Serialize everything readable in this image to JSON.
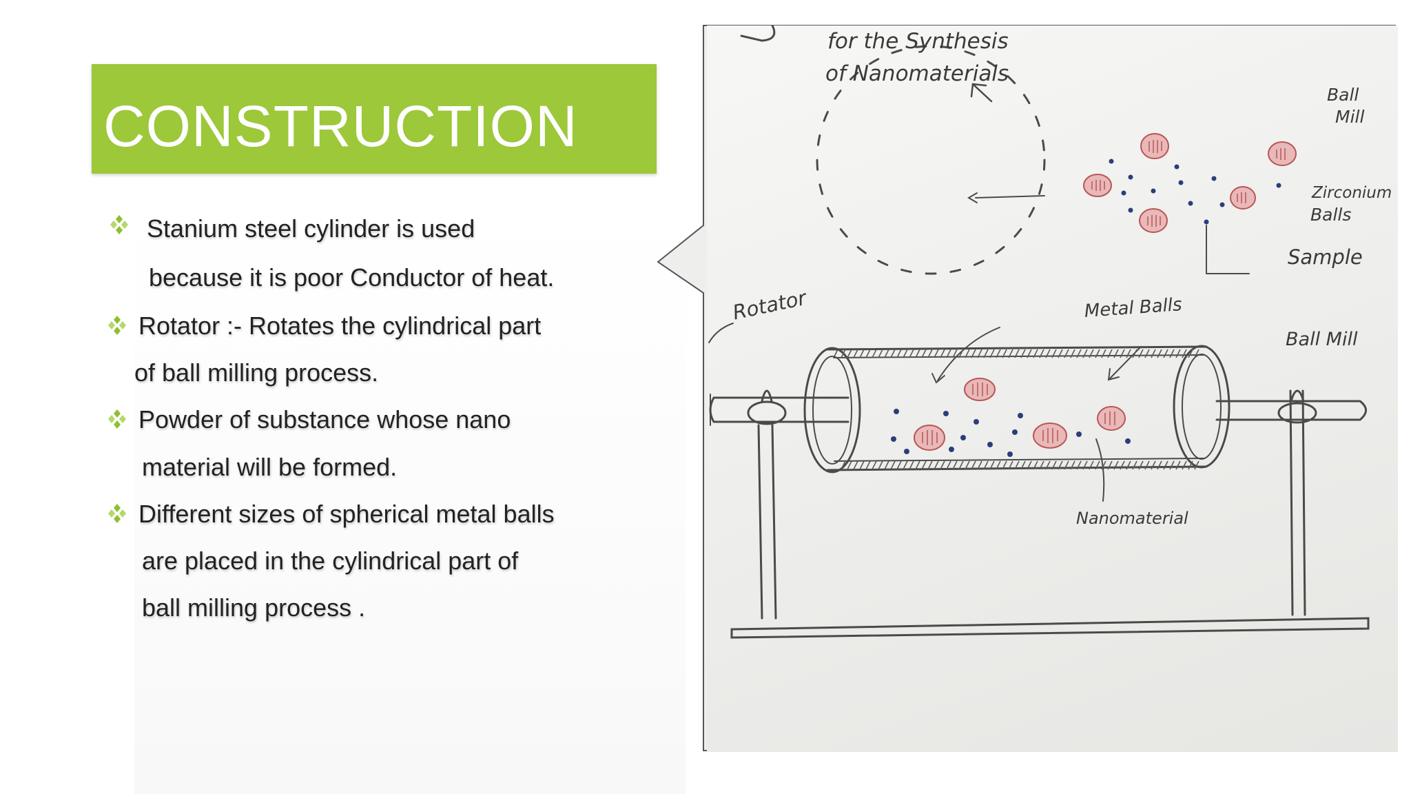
{
  "slide": {
    "title": "CONSTRUCTION",
    "accent_color": "#9cc83a",
    "bullet_icon": "diamond-cluster-icon",
    "bullets": [
      {
        "lines": [
          "Stanium steel cylinder is used",
          "because it is poor Conductor of heat."
        ]
      },
      {
        "lines": [
          "Rotator :- Rotates the cylindrical part",
          "of ball milling process."
        ]
      },
      {
        "lines": [
          "Powder of substance whose nano",
          "material will be formed."
        ]
      },
      {
        "lines": [
          "Different sizes of spherical metal balls",
          "are placed in the cylindrical part of",
          "ball milling process ."
        ]
      }
    ]
  },
  "sketch": {
    "heading_line1": "for the Synthesis",
    "heading_line2": "of Nanomaterials",
    "labels": {
      "ball_mill_top_1": "Ball",
      "ball_mill_top_2": "Mill",
      "zirconium_1": "Zirconium",
      "zirconium_2": "Balls",
      "sample": "Sample",
      "rotator": "Rotator",
      "metal_balls": "Metal Balls",
      "ball_mill_right": "Ball Mill",
      "nanomaterial": "Nanomaterial"
    }
  }
}
